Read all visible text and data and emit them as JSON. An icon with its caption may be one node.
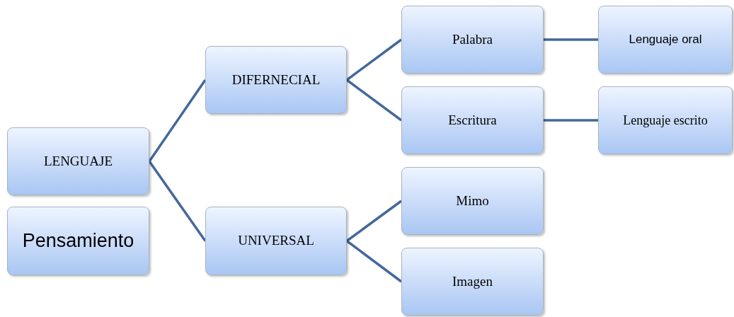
{
  "diagram": {
    "nodes": [
      {
        "text": [
          "LENGUAJE"
        ]
      },
      {
        "text": [
          "Pensamiento"
        ]
      },
      {
        "text": [
          "DIFERNECIAL"
        ]
      },
      {
        "text": [
          "UNIVERSAL"
        ]
      },
      {
        "text": [
          "Palabra"
        ]
      },
      {
        "text": [
          "Escritura"
        ]
      },
      {
        "text": [
          "Mimo"
        ]
      },
      {
        "text": [
          "Imagen"
        ]
      },
      {
        "text": [
          "Lenguaje oral"
        ]
      },
      {
        "text": [
          "Lenguaje escrito"
        ]
      }
    ],
    "edges": [
      {
        "from": 0,
        "to": 2,
        "arrow": "none"
      },
      {
        "from": 0,
        "to": 3,
        "arrow": "none"
      },
      {
        "from": 2,
        "to": 4,
        "arrow": "none"
      },
      {
        "from": 2,
        "to": 5,
        "arrow": "none"
      },
      {
        "from": 3,
        "to": 6,
        "arrow": "none"
      },
      {
        "from": 3,
        "to": 7,
        "arrow": "none"
      },
      {
        "from": 4,
        "to": 8,
        "arrow": "none"
      },
      {
        "from": 5,
        "to": 9,
        "arrow": "none"
      }
    ]
  }
}
